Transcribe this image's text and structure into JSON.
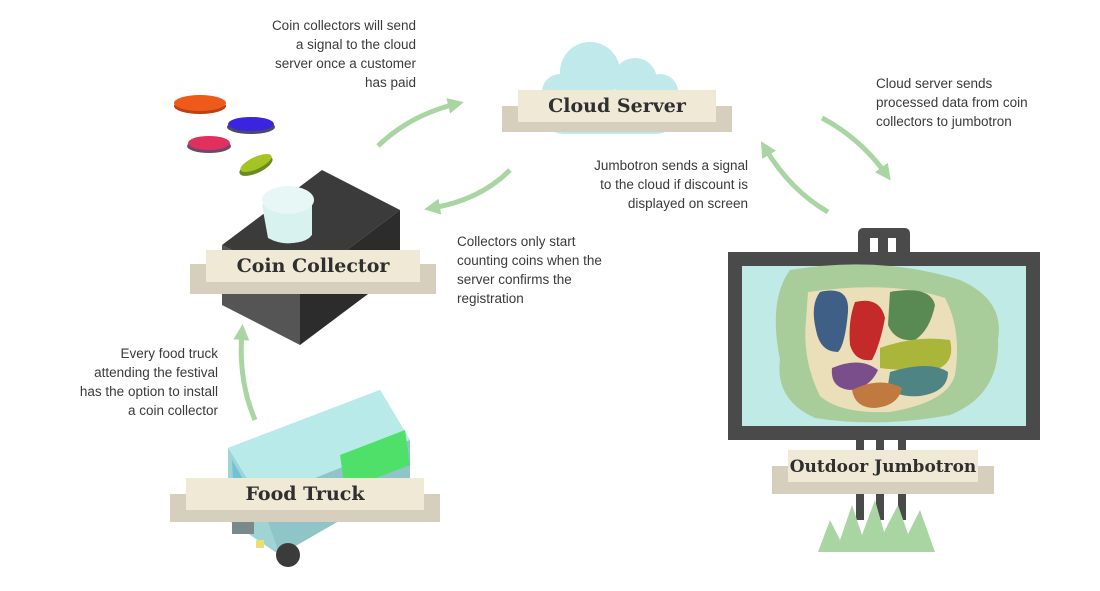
{
  "labels": {
    "cloud_server": "Cloud Server",
    "coin_collector": "Coin Collector",
    "food_truck": "Food Truck",
    "outdoor_jumbotron": "Outdoor Jumbotron"
  },
  "notes": {
    "coin_to_cloud": "Coin collectors will send\na signal to the cloud\nserver once a customer\nhas paid",
    "cloud_to_jumbotron": "Cloud server sends\nprocessed data from coin\ncollectors to jumbotron",
    "jumbotron_to_cloud": "Jumbotron sends a signal\nto the cloud if discount is\ndisplayed on screen",
    "cloud_to_coin": "Collectors only start\ncounting coins when the\nserver confirms the\nregistration",
    "truck_to_coin": "Every food truck\nattending the festival\nhas the option to install\na coin collector"
  },
  "colors": {
    "arrow": "#a8d5a2",
    "ribbon": "#efe9d6",
    "ribbon_shadow": "#d6cfbd",
    "cloud": "#bfe9ea",
    "screen": "#bfeae6",
    "box_top": "#3b3b3b",
    "box_side": "#555555",
    "map_land": "#a8cc9a"
  },
  "icons": {
    "coins": "coin-stack-icon",
    "truck": "food-truck-icon",
    "cloud": "cloud-icon",
    "jumbotron": "billboard-icon"
  }
}
